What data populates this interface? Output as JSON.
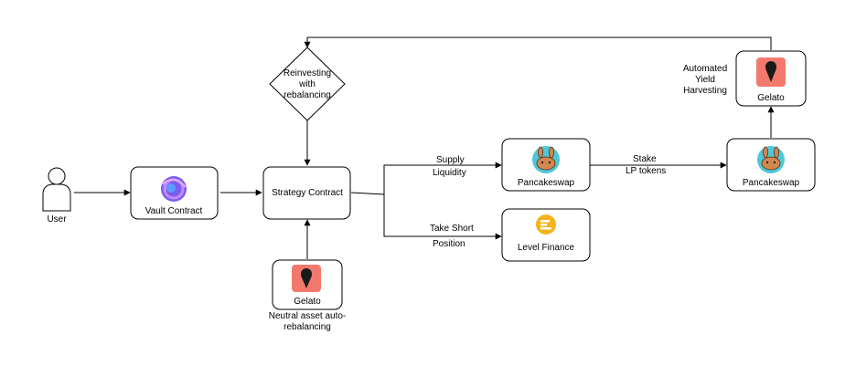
{
  "colors": {
    "line": "#000000",
    "box_fill": "#ffffff",
    "pancake_circle": "#4ec7d9",
    "pancake_body": "#d1884f",
    "gelato_bg": "#f3796e",
    "level_yellow": "#f5b41e",
    "vault_purple": "#7b5cf0"
  },
  "nodes": {
    "user": {
      "label": "User",
      "icon": "user-icon"
    },
    "vault": {
      "label": "Vault Contract",
      "icon": "vault-logo-icon"
    },
    "strategy": {
      "label": "Strategy Contract"
    },
    "decision": {
      "line1": "Reinvesting",
      "line2": "with",
      "line3": "rebalancing"
    },
    "gelato_bottom": {
      "label": "Gelato",
      "icon": "gelato-logo-icon",
      "caption1": "Neutral asset auto-",
      "caption2": "rebalancing"
    },
    "pancake_left": {
      "label": "Pancakeswap",
      "icon": "pancakeswap-logo-icon"
    },
    "pancake_right": {
      "label": "Pancakeswap",
      "icon": "pancakeswap-logo-icon"
    },
    "level": {
      "label": "Level Finance",
      "icon": "level-finance-logo-icon"
    },
    "gelato_top": {
      "label": "Gelato",
      "icon": "gelato-logo-icon",
      "caption1": "Automated",
      "caption2": "Yield",
      "caption3": "Harvesting"
    }
  },
  "edges": {
    "supply1": "Supply",
    "supply2": "Liquidity",
    "short1": "Take Short",
    "short2": "Position",
    "stake1": "Stake",
    "stake2": "LP tokens"
  }
}
